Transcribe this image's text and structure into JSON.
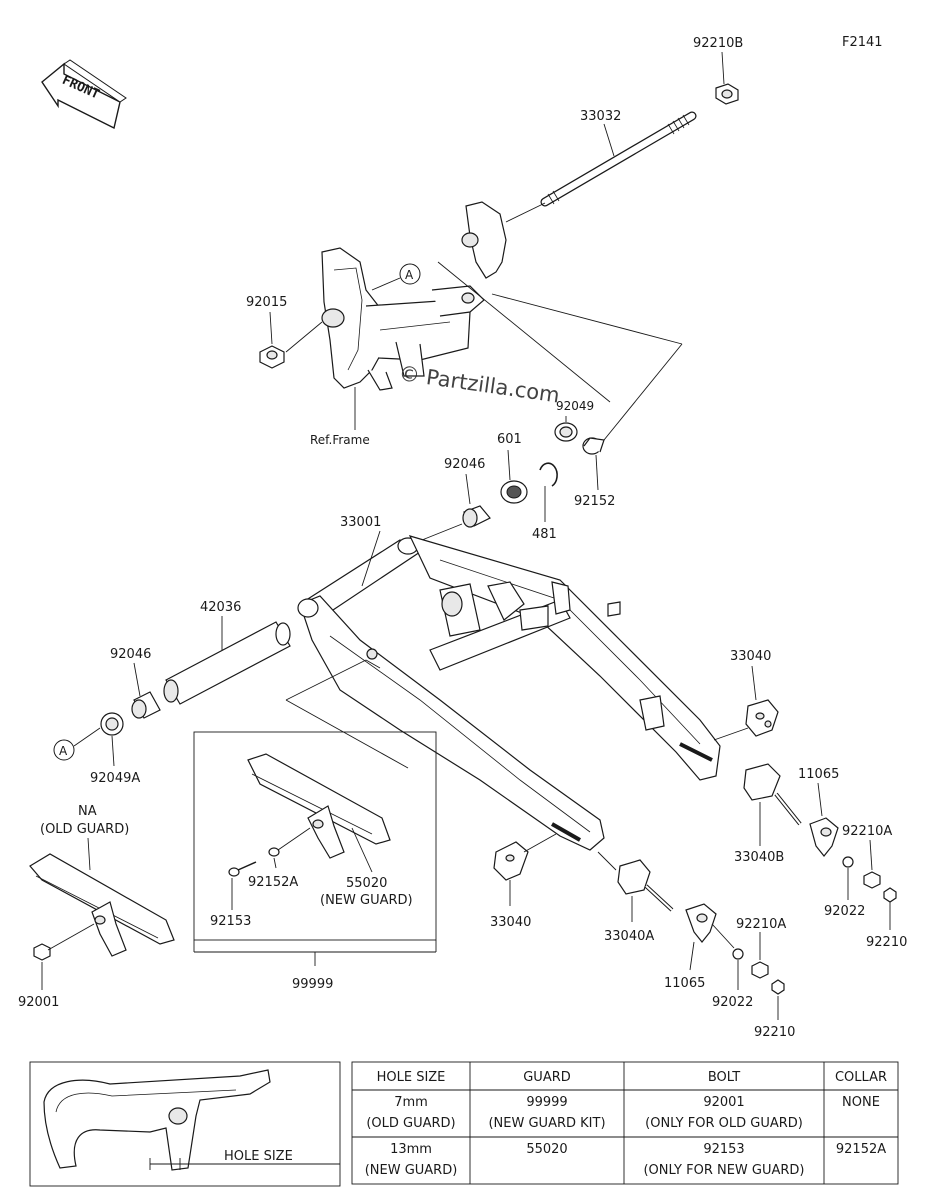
{
  "figure_code": "F2141",
  "front_label": "FRONT",
  "watermark": "© Partzilla.com",
  "ref_frame_label": "Ref.Frame",
  "callout_a": "A",
  "parts": {
    "p92210B": "92210B",
    "p33032": "33032",
    "p92015": "92015",
    "p92049": "92049",
    "p601": "601",
    "p92046_top": "92046",
    "p92152": "92152",
    "p481": "481",
    "p33001": "33001",
    "p42036": "42036",
    "p92046_left": "92046",
    "p92049A": "92049A",
    "p33040_right": "33040",
    "p11065_right": "11065",
    "p92210A_right": "92210A",
    "p33040B": "33040B",
    "p92022_right": "92022",
    "p92210_right": "92210",
    "na": "NA",
    "old_guard": "(OLD GUARD)",
    "p55020": "55020",
    "new_guard": "(NEW GUARD)",
    "p92152A": "92152A",
    "p92153": "92153",
    "p92001": "92001",
    "p99999": "99999",
    "p33040_bottom": "33040",
    "p33040A": "33040A",
    "p11065_bottom": "11065",
    "p92210A_bottom": "92210A",
    "p92022_bottom": "92022",
    "p92210_bottom": "92210"
  },
  "inset": {
    "hole_size_label": "HOLE SIZE"
  },
  "table": {
    "headers": [
      "HOLE SIZE",
      "GUARD",
      "BOLT",
      "COLLAR"
    ],
    "rows": [
      [
        [
          "7mm",
          "(OLD GUARD)"
        ],
        [
          "99999",
          "(NEW GUARD KIT)"
        ],
        [
          "92001",
          "(ONLY FOR OLD GUARD)"
        ],
        [
          "NONE",
          ""
        ]
      ],
      [
        [
          "13mm",
          "(NEW GUARD)"
        ],
        [
          "55020",
          ""
        ],
        [
          "92153",
          "(ONLY FOR NEW GUARD)"
        ],
        [
          "92152A",
          ""
        ]
      ]
    ]
  },
  "colors": {
    "line": "#1a1a1a",
    "background": "#ffffff"
  }
}
